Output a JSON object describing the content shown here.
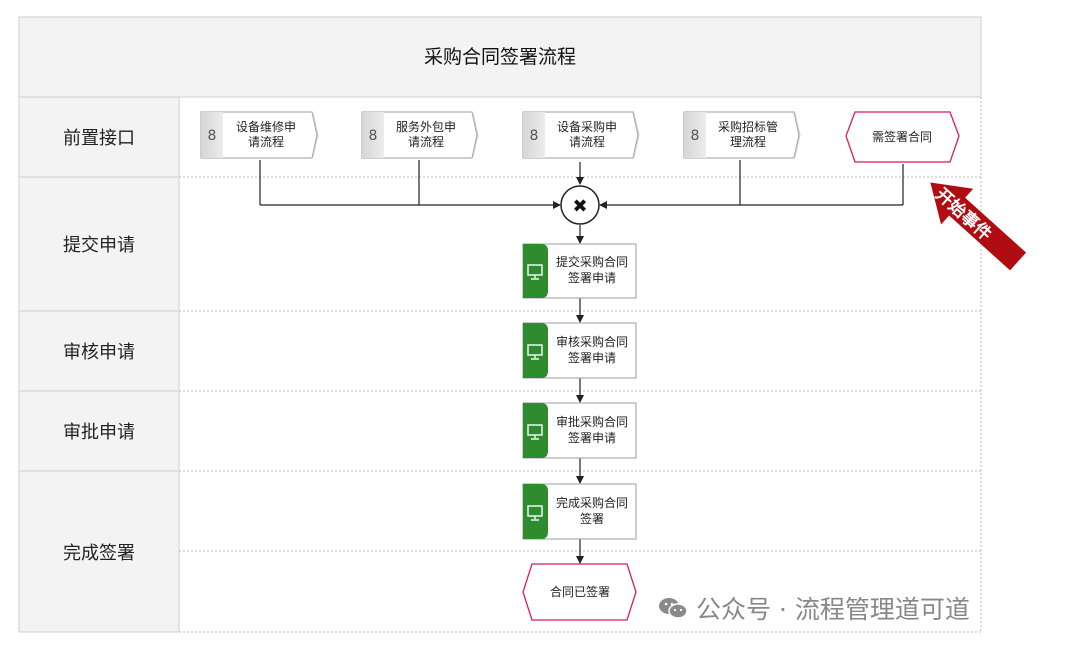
{
  "title": "采购合同签署流程",
  "lanes": [
    "前置接口",
    "提交申请",
    "审核申请",
    "审批申请",
    "完成签署"
  ],
  "interfaces": [
    {
      "line1": "设备维修申",
      "line2": "请流程"
    },
    {
      "line1": "服务外包申",
      "line2": "请流程"
    },
    {
      "line1": "设备采购申",
      "line2": "请流程"
    },
    {
      "line1": "采购招标管",
      "line2": "理流程"
    }
  ],
  "start_event": "需签署合同",
  "gateway_symbol": "✖",
  "tasks": [
    {
      "line1": "提交采购合同",
      "line2": "签署申请"
    },
    {
      "line1": "审核采购合同",
      "line2": "签署申请"
    },
    {
      "line1": "审批采购合同",
      "line2": "签署申请"
    },
    {
      "line1": "完成采购合同",
      "line2": "签署"
    }
  ],
  "end_event": "合同已签署",
  "callout": "开始事件",
  "watermark": "公众号 · 流程管理道可道",
  "colors": {
    "task_accent": "#2e8b2e",
    "event_border": "#d81b60",
    "callout_bg": "#b00d12",
    "title_bg": "#f3f3f3",
    "lane_bg": "#f3f3f3"
  }
}
